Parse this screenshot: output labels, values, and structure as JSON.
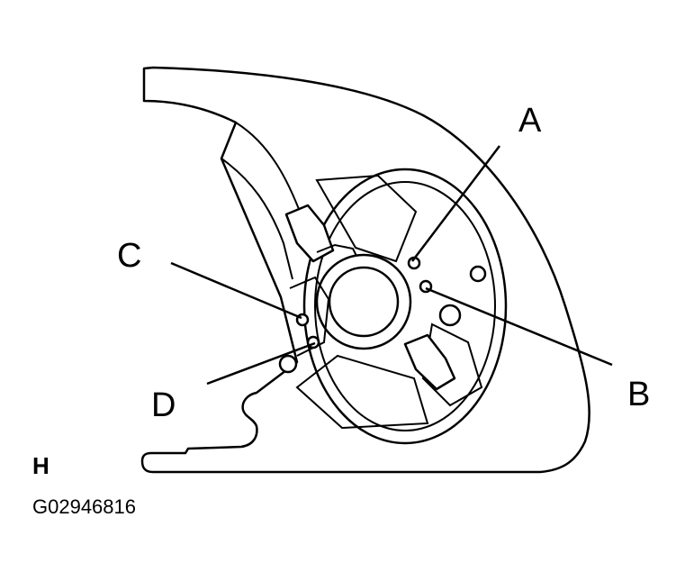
{
  "callouts": {
    "a": "A",
    "b": "B",
    "c": "C",
    "d": "D"
  },
  "corner_letter": "H",
  "reference_code": "G02946816",
  "colors": {
    "line": "#000000",
    "background": "#ffffff"
  }
}
